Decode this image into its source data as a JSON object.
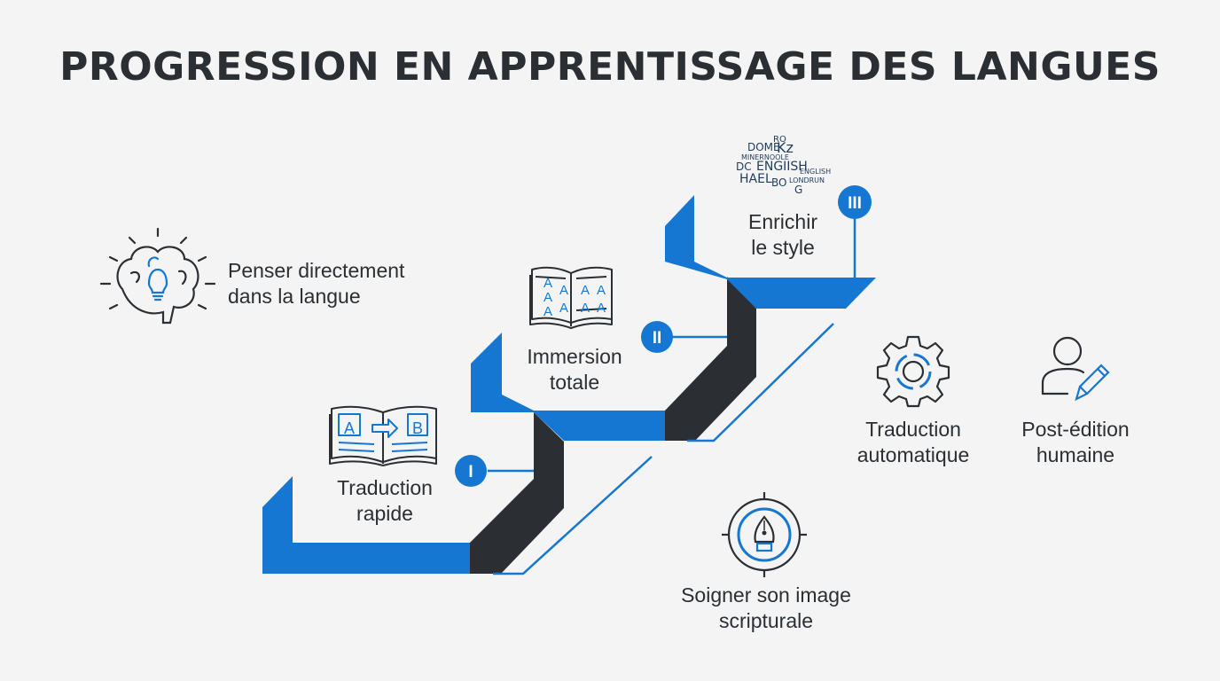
{
  "title": "PROGRESSION EN APPRENTISSAGE DES LANGUES",
  "colors": {
    "accent": "#1677d2",
    "dark": "#2b2f33",
    "background": "#f4f4f4"
  },
  "steps": [
    {
      "numeral": "I",
      "line1": "Traduction",
      "line2": "rapide",
      "icon": "translation-book-icon"
    },
    {
      "numeral": "II",
      "line1": "Immersion",
      "line2": "totale",
      "icon": "open-book-icon"
    },
    {
      "numeral": "III",
      "line1": "Enrichir",
      "line2": "le style",
      "icon": "word-cloud-icon"
    }
  ],
  "side_items": {
    "think": {
      "line1": "Penser directement",
      "line2": "dans la langue",
      "icon": "brain-lightbulb-icon"
    },
    "machine": {
      "line1": "Traduction",
      "line2": "automatique",
      "icon": "gear-icon"
    },
    "post_edit": {
      "line1": "Post-édition",
      "line2": "humaine",
      "icon": "user-pen-icon"
    },
    "writing": {
      "line1": "Soigner son image",
      "line2": "scripturale",
      "icon": "fountain-pen-target-icon"
    }
  },
  "book_letters": {
    "a": "A",
    "b": "B"
  },
  "word_cloud": {
    "words": [
      "DOME",
      "RO",
      "Kz",
      "MINERNOOLE",
      "DC",
      "ENGIISH",
      "HAEL",
      "BO",
      "LONDRUN",
      "G",
      "ENGLISH"
    ]
  }
}
